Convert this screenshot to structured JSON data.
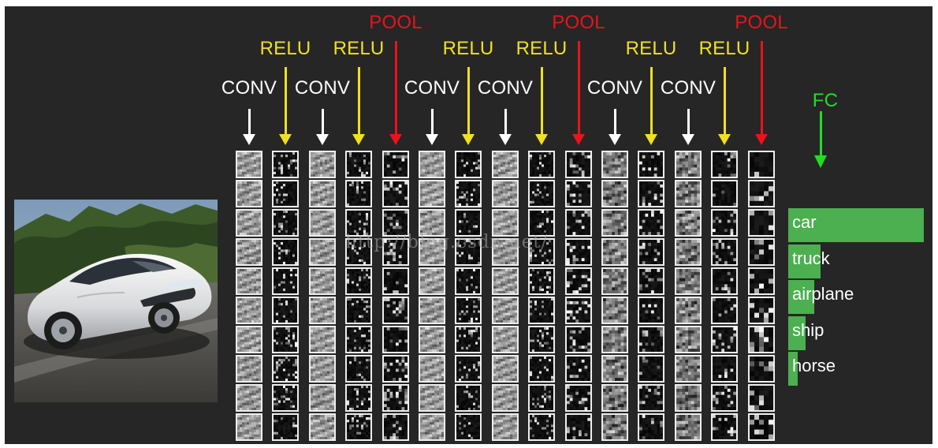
{
  "diagram": {
    "layers": [
      {
        "label": "CONV",
        "kind": "conv"
      },
      {
        "label": "RELU",
        "kind": "relu"
      },
      {
        "label": "CONV",
        "kind": "conv"
      },
      {
        "label": "RELU",
        "kind": "relu"
      },
      {
        "label": "POOL",
        "kind": "pool"
      },
      {
        "label": "CONV",
        "kind": "conv"
      },
      {
        "label": "RELU",
        "kind": "relu"
      },
      {
        "label": "CONV",
        "kind": "conv"
      },
      {
        "label": "RELU",
        "kind": "relu"
      },
      {
        "label": "POOL",
        "kind": "pool"
      },
      {
        "label": "CONV",
        "kind": "conv"
      },
      {
        "label": "RELU",
        "kind": "relu"
      },
      {
        "label": "CONV",
        "kind": "conv"
      },
      {
        "label": "RELU",
        "kind": "relu"
      },
      {
        "label": "POOL",
        "kind": "pool"
      }
    ],
    "fc_label": "FC",
    "colors": {
      "conv": "#ffffff",
      "relu": "#f0e020",
      "pool": "#e8141a",
      "fc": "#22dd22",
      "bar": "#4caf50",
      "panel": "#262626"
    },
    "predictions": [
      {
        "label": "car",
        "score": 1.0
      },
      {
        "label": "truck",
        "score": 0.24
      },
      {
        "label": "airplane",
        "score": 0.19
      },
      {
        "label": "ship",
        "score": 0.13
      },
      {
        "label": "horse",
        "score": 0.07
      }
    ],
    "watermark": "http://blog.csdn.net/"
  }
}
